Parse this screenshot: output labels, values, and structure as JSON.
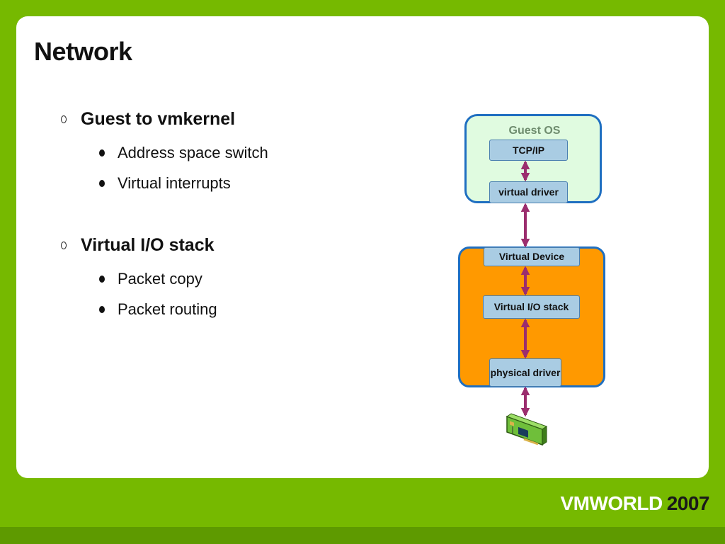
{
  "slide": {
    "title": "Network",
    "bullets": [
      {
        "text": "Guest to vmkernel",
        "sub": [
          "Address space switch",
          "Virtual interrupts"
        ]
      },
      {
        "text": "Virtual I/O stack",
        "sub": [
          "Packet copy",
          "Packet routing"
        ]
      }
    ]
  },
  "diagram": {
    "guest_label": "Guest OS",
    "tcpip": "TCP/IP",
    "virtual_driver": "virtual driver",
    "virtual_device": "Virtual Device",
    "virtual_io_stack": "Virtual I/O stack",
    "physical_driver": "physical driver",
    "nic_icon": "network-card-icon"
  },
  "footer": {
    "brand": "VMWORLD",
    "year": "2007"
  },
  "colors": {
    "background": "#76b900",
    "guest_fill": "#e0fbe0",
    "host_fill": "#ff9900",
    "container_border": "#1f6fc1",
    "box_fill": "#a9cce3",
    "arrow": "#9b2d6e"
  }
}
